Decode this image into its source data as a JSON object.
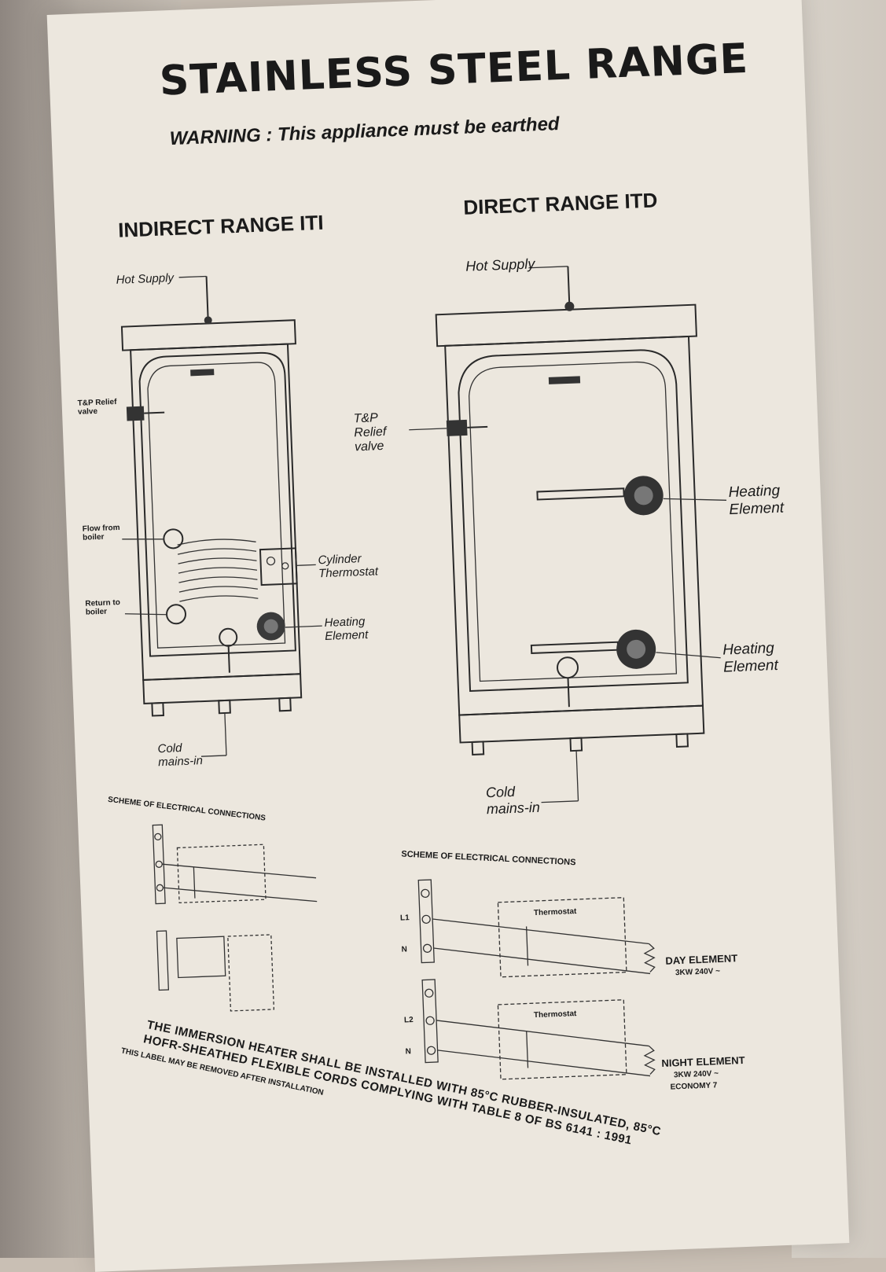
{
  "title": "STAINLESS STEEL RANGE",
  "warning": "WARNING : This appliance must be earthed",
  "indirect": {
    "heading": "INDIRECT RANGE ITI",
    "labels": {
      "hot_supply": "Hot Supply",
      "tp_relief": "T&P Relief valve",
      "flow": "Flow from boiler",
      "return": "Return to boiler",
      "cyl_thermostat": "Cylinder Thermostat",
      "heating_element": "Heating Element",
      "cold_mains": "Cold mains-in"
    },
    "scheme_title": "SCHEME OF ELECTRICAL CONNECTIONS"
  },
  "direct": {
    "heading": "DIRECT RANGE ITD",
    "labels": {
      "hot_supply": "Hot Supply",
      "tp_relief": "T&P Relief valve",
      "heating_element_top": "Heating Element",
      "heating_element_bottom": "Heating Element",
      "cold_mains": "Cold mains-in"
    },
    "scheme_title": "SCHEME OF ELECTRICAL CONNECTIONS",
    "day": {
      "l": "L1",
      "n": "N",
      "thermostat": "Thermostat",
      "element": "DAY ELEMENT",
      "rating": "3KW 240V ~"
    },
    "night": {
      "l": "L2",
      "n": "N",
      "thermostat": "Thermostat",
      "element": "NIGHT ELEMENT",
      "rating": "3KW 240V ~",
      "tariff": "ECONOMY 7"
    }
  },
  "footer": {
    "line1": "THE IMMERSION HEATER SHALL BE INSTALLED WITH 85°C RUBBER-INSULATED, 85°C",
    "line2": "HOFR-SHEATHED FLEXIBLE CORDS COMPLYING WITH TABLE 8 OF BS 6141 : 1991",
    "line3": "THIS LABEL MAY BE REMOVED AFTER INSTALLATION"
  }
}
